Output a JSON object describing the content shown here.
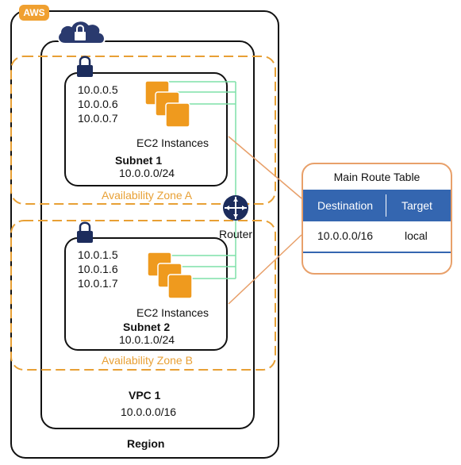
{
  "aws_badge": "AWS",
  "region": {
    "label": "Region"
  },
  "vpc": {
    "name": "VPC 1",
    "cidr": "10.0.0.0/16"
  },
  "router_label": "Router",
  "zones": [
    {
      "label": "Availability Zone A"
    },
    {
      "label": "Availability Zone B"
    }
  ],
  "subnets": [
    {
      "name": "Subnet 1",
      "cidr": "10.0.0.0/24",
      "ips": [
        "10.0.0.5",
        "10.0.0.6",
        "10.0.0.7"
      ],
      "instances_label": "EC2 Instances"
    },
    {
      "name": "Subnet 2",
      "cidr": "10.0.1.0/24",
      "ips": [
        "10.0.1.5",
        "10.0.1.6",
        "10.0.1.7"
      ],
      "instances_label": "EC2 Instances"
    }
  ],
  "route_table": {
    "title": "Main Route Table",
    "headers": {
      "destination": "Destination",
      "target": "Target"
    },
    "rows": [
      {
        "destination": "10.0.0.0/16",
        "target": "local"
      }
    ]
  },
  "colors": {
    "aws_orange": "#f0a030",
    "instance_orange": "#ef9a1e",
    "zone_dash": "#e8a035",
    "connector_green": "#7fe0a8",
    "router_navy": "#1c2c5c",
    "table_blue": "#3466b0"
  }
}
